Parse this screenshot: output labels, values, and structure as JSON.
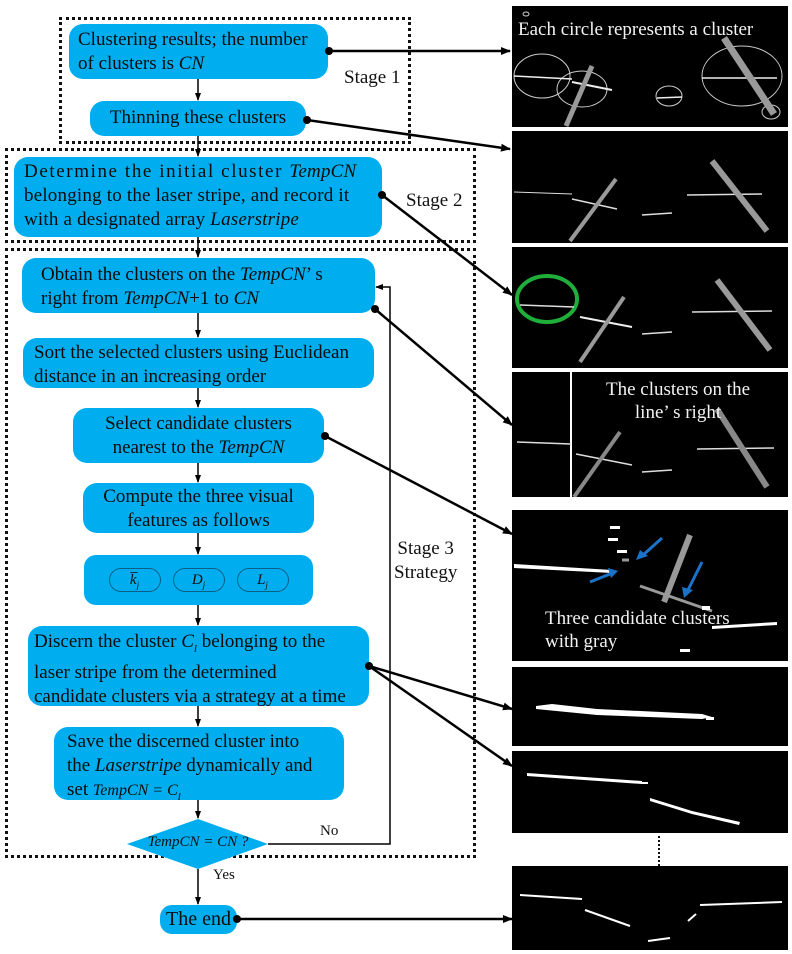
{
  "flowchart": {
    "stage_labels": {
      "stage1": "Stage 1",
      "stage2": "Stage 2",
      "stage3_line1": "Stage 3",
      "stage3_line2": "Strategy"
    },
    "steps": {
      "clustering": {
        "text_a": "Clustering results; the number",
        "text_b": "of clusters is ",
        "var": "CN"
      },
      "thinning": {
        "text": "Thinning these clusters"
      },
      "determine": {
        "line1_a": "Determine the initial cluster ",
        "line1_var": "TempCN",
        "line2": "belonging to the laser stripe, and record it",
        "line3_a": "with  a designated array ",
        "line3_var": "Laserstripe"
      },
      "obtain": {
        "line1_a": "Obtain the clusters on the ",
        "line1_var": "TempCN",
        "line1_b": "’  s",
        "line2_a": "right from ",
        "line2_var": "TempCN",
        "line2_b": "+1 to ",
        "line2_var2": "CN"
      },
      "sort": {
        "line1": "Sort the selected clusters using Euclidean",
        "line2": "distance in an increasing order"
      },
      "select": {
        "line1": "Select candidate clusters",
        "line2_a": "nearest to the ",
        "line2_var": "TempCN"
      },
      "compute": {
        "line1": "Compute the three visual",
        "line2": "features as follows"
      },
      "features": [
        {
          "symbol": "k̅",
          "sub": "j"
        },
        {
          "symbol": "D",
          "sub": "j"
        },
        {
          "symbol": "L",
          "sub": "j"
        }
      ],
      "discern": {
        "line1_a": "Discern the cluster  ",
        "line1_var": "C",
        "line1_sub": "l",
        "line1_b": "  belonging to the",
        "line2": "laser stripe from the determined",
        "line3": "candidate clusters via a strategy at a time"
      },
      "save": {
        "line1": "Save the discerned cluster into",
        "line2_a": "the ",
        "line2_var": "Laserstripe",
        "line2_b": " dynamically and",
        "line3_a": "set  ",
        "line3_var": "TempCN = C",
        "line3_sub": "l"
      },
      "decision": {
        "text": "TempCN = CN ?",
        "no": "No",
        "yes": "Yes"
      },
      "end": {
        "text": "The end"
      }
    }
  },
  "panels": {
    "p1_caption": "Each circle represents a cluster",
    "p4_caption_line1": "The clusters on the",
    "p4_caption_line2": "line’  s  right",
    "p5_caption_line1": "Three candidate clusters",
    "p5_caption_line2": "with gray"
  },
  "colors": {
    "box_fill": "#00aeef",
    "highlight_circle": "#1fae3a",
    "candidate_arrow": "#1a73c9"
  }
}
